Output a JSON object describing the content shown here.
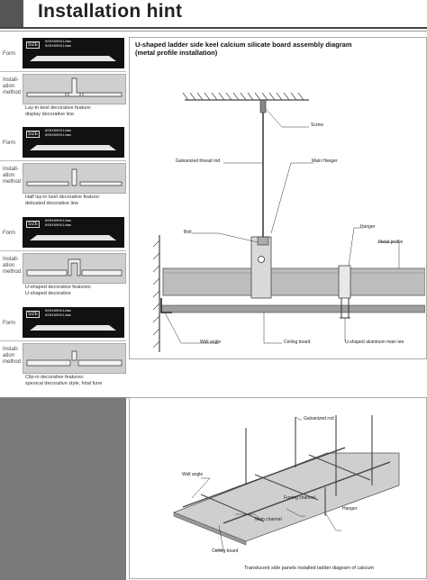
{
  "header": {
    "title": "Installation hint"
  },
  "left_panel": {
    "rows": [
      {
        "form_label": "Form",
        "size_label": "SIZE",
        "codes": [
          "600X600X12mm",
          "600X600X14mm"
        ],
        "method_label": "Install-ation method",
        "caption_line1": "Lay-in keel decorative feature:",
        "caption_line2": "display decorative line"
      },
      {
        "form_label": "Form",
        "size_label": "SIZE",
        "codes": [
          "600X600X12mm",
          "600X600X14mm"
        ],
        "method_label": "Install-ation method",
        "caption_line1": "Half lay-in keel decorative feature:",
        "caption_line2": "delicated decorative line"
      },
      {
        "form_label": "Form",
        "size_label": "SIZE",
        "codes": [
          "600X600X12mm",
          "600X600X14mm"
        ],
        "method_label": "Install-ation method",
        "caption_line1": "U-shaped decorative features:",
        "caption_line2": "U-shaped decorative"
      },
      {
        "form_label": "Form",
        "size_label": "SIZE",
        "codes": [
          "600X600X12mm",
          "600X600X14mm"
        ],
        "method_label": "Install-ation method",
        "caption_line1": "Clip-in decorative features:",
        "caption_line2": "spesical decorative style, fotal fune"
      }
    ]
  },
  "diagram1": {
    "title_line1": "U-shaped ladder side keel calcium silicate board assembly diagram",
    "title_line2": "(metal profile installation)",
    "labels": {
      "screw": "Screw",
      "galvanized_thread_rod": "Galvanized thread rod",
      "main_hanger": "Main Hanger",
      "hanger": "Hanger",
      "bolt": "Bolt",
      "metal_profile": "Metal profile",
      "wall_angle": "Wall angle",
      "ceiling_board": "Ceiling board",
      "u_main_tee": "U-shaped aluminum main tee"
    }
  },
  "diagram2": {
    "labels": {
      "galvanized_rod": "Galvanized rod",
      "wall_angle": "Wall angle",
      "furring_channel": "Furring channel",
      "hanger": "Hanger",
      "main_channel": "Main channel",
      "ceiling_board": "Ceiling board"
    },
    "caption": "Translucent side panels installed ladder diagram of calcium"
  }
}
